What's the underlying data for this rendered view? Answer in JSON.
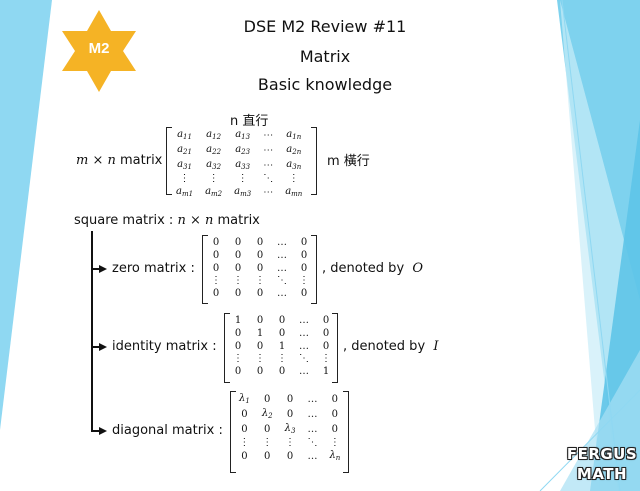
{
  "badge": {
    "label": "M2",
    "color": "#F5B325"
  },
  "header": {
    "title": "DSE M2 Review #11",
    "subtitle": "Matrix",
    "topic": "Basic knowledge"
  },
  "general_matrix": {
    "column_note": "n 直行",
    "row_note": "m 橫行",
    "label_prefix": "m × n",
    "label_suffix": " matrix",
    "rows": [
      [
        "a11",
        "a12",
        "a13",
        "⋯",
        "a1n"
      ],
      [
        "a21",
        "a22",
        "a23",
        "⋯",
        "a2n"
      ],
      [
        "a31",
        "a32",
        "a33",
        "⋯",
        "a3n"
      ],
      [
        "⋮",
        "⋮",
        "⋮",
        "⋱",
        "⋮"
      ],
      [
        "am1",
        "am2",
        "am3",
        "⋯",
        "amn"
      ]
    ]
  },
  "square_matrix": {
    "label": "square matrix : ",
    "math": "n × n",
    "suffix": " matrix"
  },
  "zero_matrix": {
    "label": "zero matrix :",
    "denoted": ", denoted by",
    "symbol": "O",
    "rows": [
      [
        "0",
        "0",
        "0",
        "…",
        "0"
      ],
      [
        "0",
        "0",
        "0",
        "…",
        "0"
      ],
      [
        "0",
        "0",
        "0",
        "…",
        "0"
      ],
      [
        "⋮",
        "⋮",
        "⋮",
        "⋱",
        "⋮"
      ],
      [
        "0",
        "0",
        "0",
        "…",
        "0"
      ]
    ]
  },
  "identity_matrix": {
    "label": "identity matrix :",
    "denoted": ", denoted by",
    "symbol": "I",
    "rows": [
      [
        "1",
        "0",
        "0",
        "…",
        "0"
      ],
      [
        "0",
        "1",
        "0",
        "…",
        "0"
      ],
      [
        "0",
        "0",
        "1",
        "…",
        "0"
      ],
      [
        "⋮",
        "⋮",
        "⋮",
        "⋱",
        "⋮"
      ],
      [
        "0",
        "0",
        "0",
        "…",
        "1"
      ]
    ]
  },
  "diagonal_matrix": {
    "label": "diagonal matrix :",
    "rows": [
      [
        "λ1",
        "0",
        "0",
        "…",
        "0"
      ],
      [
        "0",
        "λ2",
        "0",
        "…",
        "0"
      ],
      [
        "0",
        "0",
        "λ3",
        "…",
        "0"
      ],
      [
        "⋮",
        "⋮",
        "⋮",
        "⋱",
        "⋮"
      ],
      [
        "0",
        "0",
        "0",
        "…",
        "λn"
      ]
    ]
  },
  "logo": {
    "line1": "FERGUS",
    "line2": "MATH"
  },
  "colors": {
    "accent_blue": "#8FD8F2",
    "deep_blue": "#5EC4E8",
    "star": "#F5B325"
  }
}
